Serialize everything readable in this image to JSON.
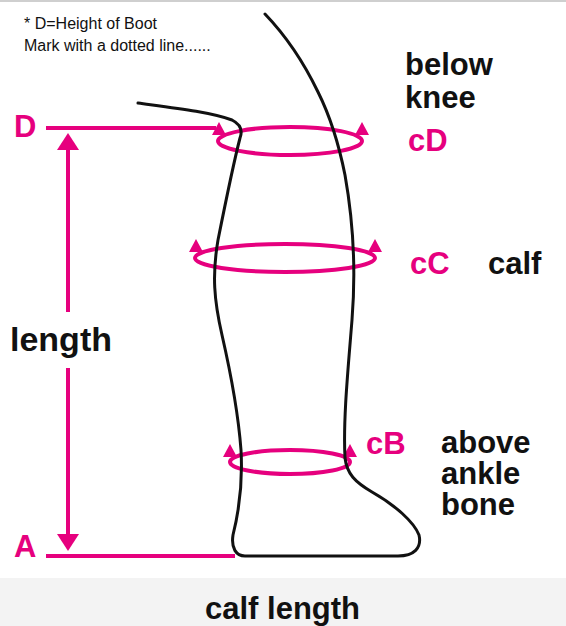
{
  "diagram": {
    "caption": "calf length",
    "labels": [
      "* D=Height of Boot",
      "Mark with a dotted line......",
      "D",
      "below knee",
      "cD",
      "cC",
      "calf",
      "length",
      "cB",
      "above ankle bone",
      "A"
    ]
  }
}
